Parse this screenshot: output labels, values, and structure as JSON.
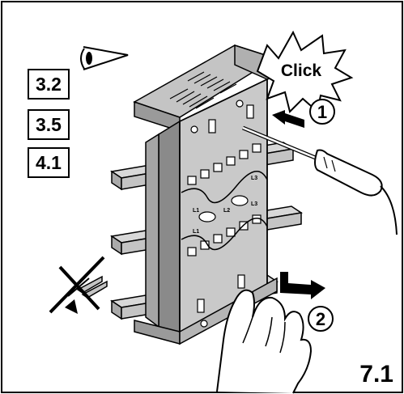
{
  "references": [
    "3.2",
    "3.5",
    "4.1"
  ],
  "callout": "Click",
  "steps": [
    "1",
    "2"
  ],
  "slot_labels": [
    "L1",
    "L1",
    "L2",
    "L3",
    "L3"
  ],
  "figure_number": "7.1",
  "colors": {
    "device_body": "#b8b8b8",
    "device_dark": "#8a8a8a",
    "device_face": "#c9c9c9",
    "outline": "#000000",
    "background": "#ffffff"
  }
}
